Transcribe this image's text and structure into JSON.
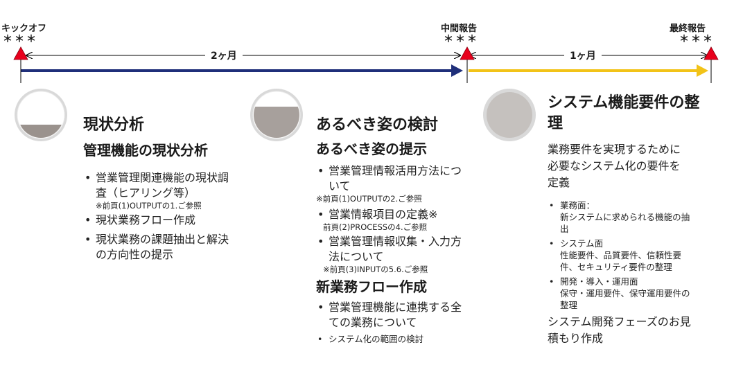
{
  "timeline": {
    "milestones": [
      {
        "label": "キックオフ",
        "mark": "＊＊＊"
      },
      {
        "label": "中間報告",
        "mark": "＊＊＊"
      },
      {
        "label": "最終報告",
        "mark": "＊＊＊"
      }
    ],
    "durations": [
      "2ヶ月",
      "1ヶ月"
    ],
    "colors": {
      "arrow1": "#1f2f7a",
      "arrow2": "#f2c318",
      "marker": "#e8001c",
      "gauge_fill": "#9a928d",
      "gauge_bg": "#d9d9d9",
      "gauge3_fill": "#c5c1be"
    }
  },
  "phases": [
    {
      "title": "現状分析",
      "subtitle": "管理機能の現状分析",
      "items": [
        {
          "text": "営業管理関連機能の現状調査（ヒアリング等）",
          "note": "※前頁(1)OUTPUTの1.ご参照"
        },
        {
          "text": "現状業務フロー作成"
        },
        {
          "text": "現状業務の課題抽出と解決の方向性の提示"
        }
      ]
    },
    {
      "title": "あるべき姿の検討",
      "subtitle": "あるべき姿の提示",
      "items": [
        {
          "text": "営業管理情報活用方法について",
          "note": "※前頁(1)OUTPUTの2.ご参照"
        },
        {
          "text": "営業情報項目の定義※",
          "note": "前頁(2)PROCESSの4.ご参照"
        },
        {
          "text": "営業管理情報収集・入力方法について",
          "note": "※前頁(3)INPUTの5.6.ご参照"
        }
      ],
      "subtitle2": "新業務フロー作成",
      "items2": [
        {
          "text": "営業管理機能に連携する全ての業務について"
        },
        {
          "text": "システム化の範囲の検討"
        }
      ]
    },
    {
      "title": "システム機能要件の整理",
      "description": "業務要件を実現するために必要なシステム化の要件を定義",
      "items": [
        {
          "head": "業務面：",
          "body": "新システムに求められる機能の抽出"
        },
        {
          "head": "システム面",
          "body": "性能要件、品質要件、信頼性要件、セキュリティ要件の整理"
        },
        {
          "head": "開発・導入・運用面",
          "body": "保守・運用要件、保守運用要件の整理"
        }
      ],
      "footer": "システム開発フェーズのお見積もり作成"
    }
  ]
}
